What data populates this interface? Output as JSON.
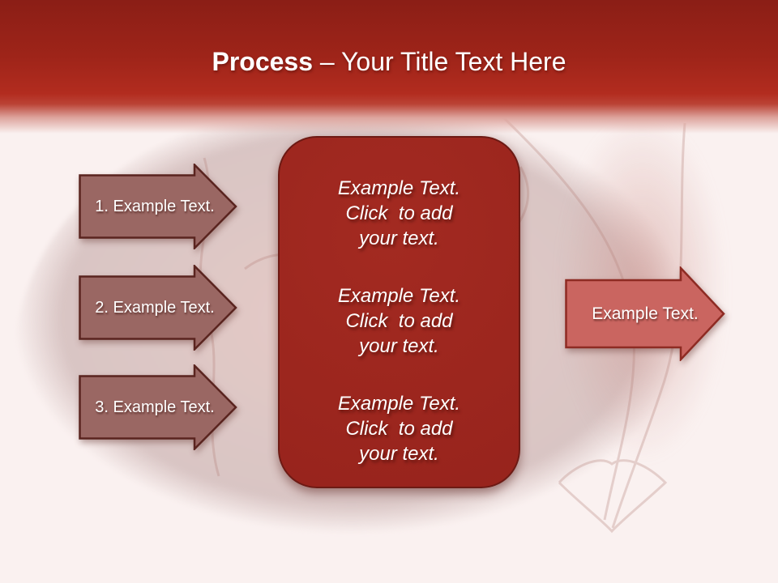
{
  "title": {
    "bold_part": "Process",
    "regular_part": " – Your Title Text Here"
  },
  "left_arrows": [
    {
      "label": "1. Example Text."
    },
    {
      "label": "2. Example Text."
    },
    {
      "label": "3. Example Text."
    }
  ],
  "center_box": {
    "paragraphs": [
      {
        "lines": [
          "Example Text.",
          "Click  to add",
          "your text."
        ]
      },
      {
        "lines": [
          "Example Text.",
          "Click  to add",
          "your text."
        ]
      },
      {
        "lines": [
          "Example Text.",
          "Click  to add",
          "your text."
        ]
      }
    ]
  },
  "right_arrow": {
    "label": "Example Text."
  },
  "colors": {
    "slide_bg": "#faf1f0",
    "header_red_dark": "#8b1e16",
    "header_red": "#b22c1f",
    "watermark_pink": "#ddc7c5",
    "left_arrow_fill": "#9a6763",
    "left_arrow_border": "#5a241f",
    "center_box_fill": "#9c261e",
    "center_box_border": "#6d1a14",
    "right_arrow_fill": "#ca6560",
    "right_arrow_border": "#8e2b23",
    "text_white": "#ffffff"
  }
}
